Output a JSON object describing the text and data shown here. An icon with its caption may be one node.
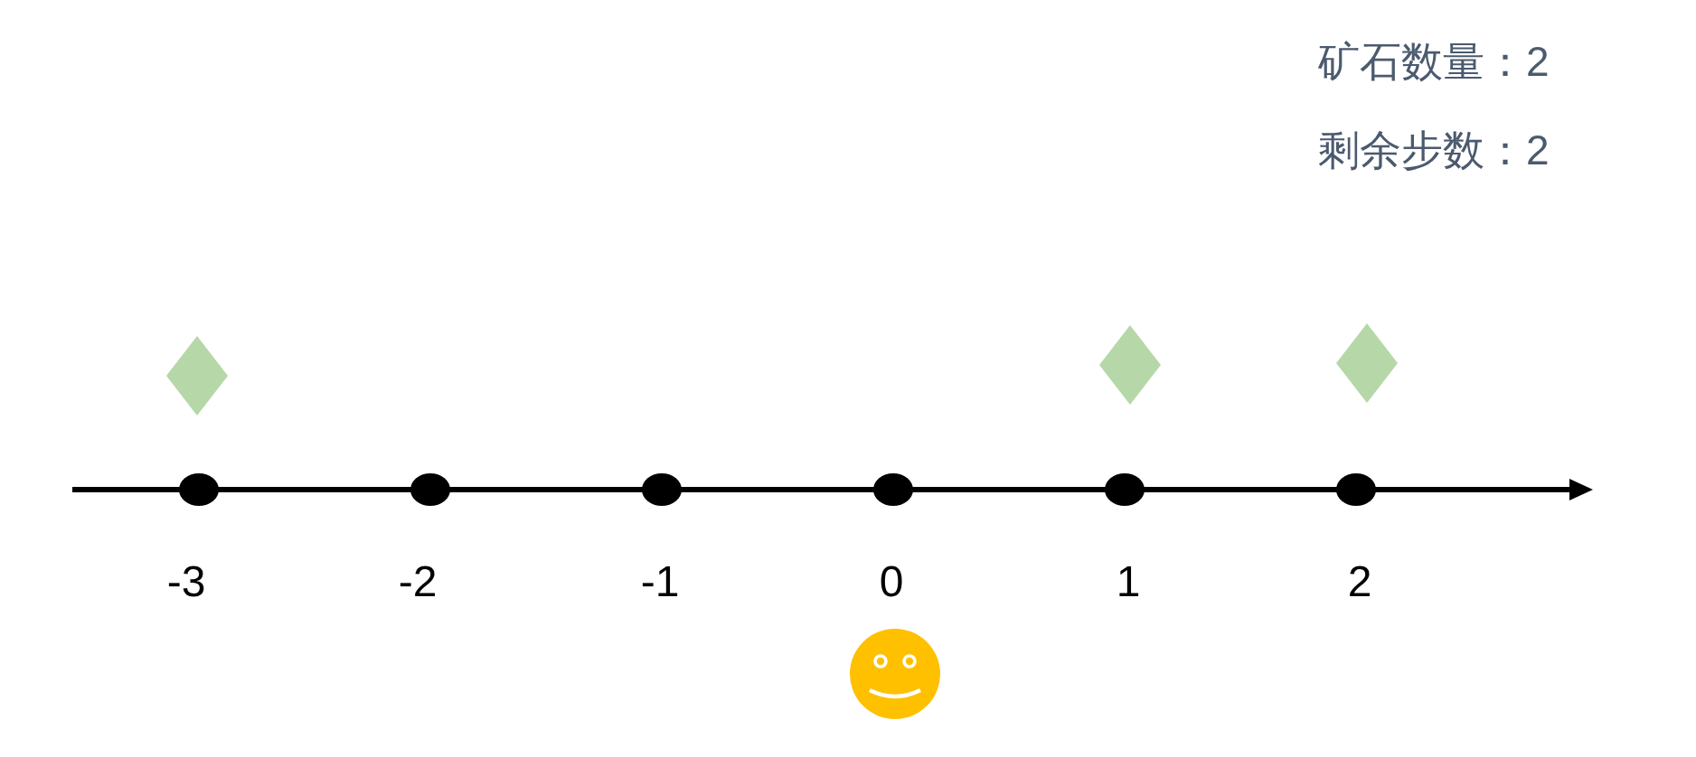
{
  "diagram": {
    "labels": [
      "矿石数量：2",
      "剩余步数：2",
      "-3",
      "-2",
      "-1",
      "0",
      "1",
      "2"
    ]
  }
}
